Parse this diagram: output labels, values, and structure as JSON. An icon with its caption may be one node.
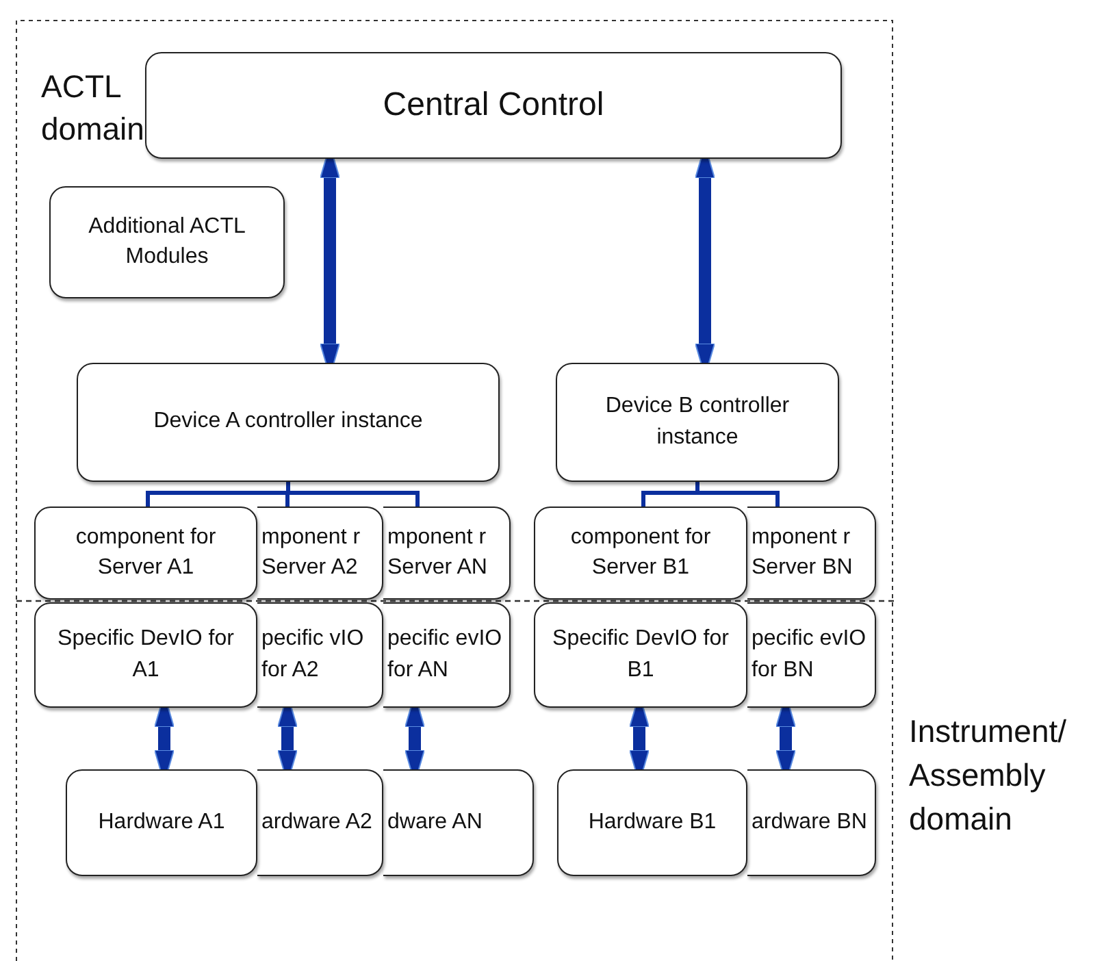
{
  "diagram": {
    "nodes": [
      {
        "text": [
          "Central Control"
        ]
      },
      {
        "text": [
          "Additional ACTL Modules"
        ]
      },
      {
        "text": [
          "Device A  controller instance"
        ]
      },
      {
        "text": [
          "Device B  controller instance"
        ]
      },
      {
        "text": [
          "component for Server A1"
        ]
      },
      {
        "text": [
          "mponent r Server A2"
        ]
      },
      {
        "text": [
          "mponent r Server AN"
        ]
      },
      {
        "text": [
          "component for Server B1"
        ]
      },
      {
        "text": [
          "mponent r Server BN"
        ]
      },
      {
        "text": [
          "Specific DevIO for A1"
        ]
      },
      {
        "text": [
          "pecific vIO for A2"
        ]
      },
      {
        "text": [
          "pecific evIO for AN"
        ]
      },
      {
        "text": [
          "Specific DevIO for B1"
        ]
      },
      {
        "text": [
          "pecific evIO for BN"
        ]
      },
      {
        "text": [
          "Hardware A1"
        ]
      },
      {
        "text": [
          "ardware A2"
        ]
      },
      {
        "text": [
          "dware AN"
        ]
      },
      {
        "text": [
          "Hardware B1"
        ]
      },
      {
        "text": [
          "ardware BN"
        ]
      }
    ],
    "edges": [
      {
        "from": 0,
        "to": 2,
        "arrow": "both"
      },
      {
        "from": 0,
        "to": 3,
        "arrow": "both"
      },
      {
        "from": 2,
        "to": 4,
        "arrow": "none"
      },
      {
        "from": 2,
        "to": 5,
        "arrow": "none"
      },
      {
        "from": 2,
        "to": 6,
        "arrow": "none"
      },
      {
        "from": 3,
        "to": 7,
        "arrow": "none"
      },
      {
        "from": 3,
        "to": 8,
        "arrow": "none"
      },
      {
        "from": 9,
        "to": 14,
        "arrow": "both"
      },
      {
        "from": 10,
        "to": 15,
        "arrow": "both"
      },
      {
        "from": 11,
        "to": 16,
        "arrow": "both"
      },
      {
        "from": 12,
        "to": 17,
        "arrow": "both"
      },
      {
        "from": 13,
        "to": 18,
        "arrow": "both"
      }
    ],
    "labels": [
      "ACTL domain",
      "Instrument/ Assembly domain"
    ]
  }
}
